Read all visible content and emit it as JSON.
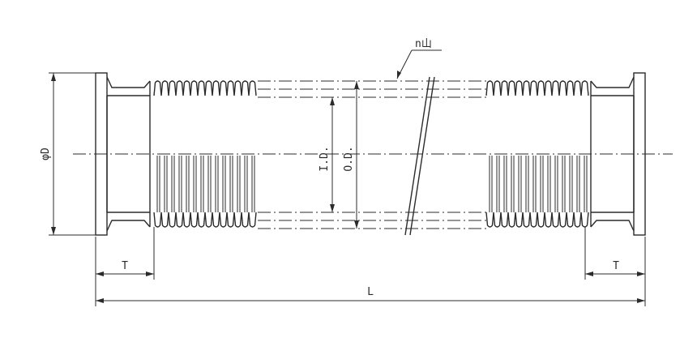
{
  "labels": {
    "diameter": "φD",
    "inner_diameter": "I.D.",
    "outer_diameter": "O.D.",
    "convolutions": "n山",
    "flange_length_left": "T",
    "flange_length_right": "T",
    "overall_length": "L"
  }
}
